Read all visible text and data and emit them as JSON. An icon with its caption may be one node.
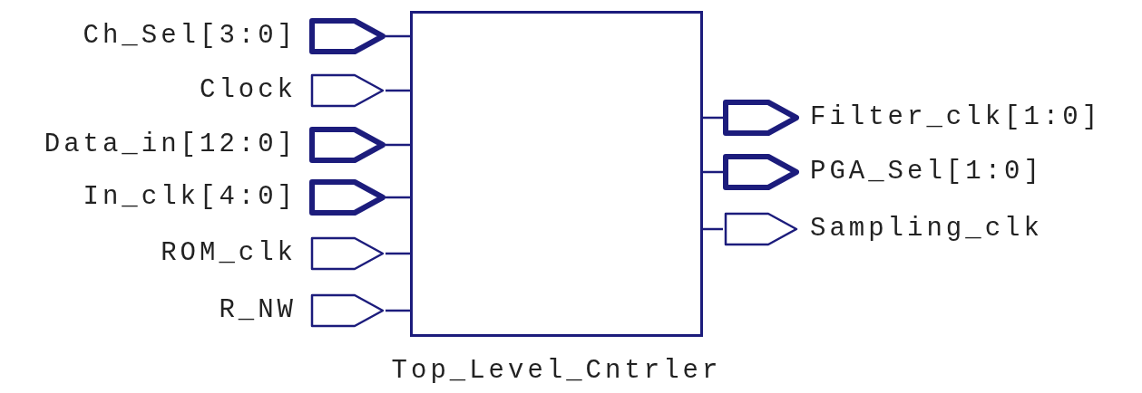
{
  "diagram": {
    "nodes": [
      {
        "text": [
          "Top_Level_Cntrler"
        ]
      },
      {
        "text": [
          "Ch_Sel[3:0]"
        ]
      },
      {
        "text": [
          "Clock"
        ]
      },
      {
        "text": [
          "Data_in[12:0]"
        ]
      },
      {
        "text": [
          "In_clk[4:0]"
        ]
      },
      {
        "text": [
          "ROM_clk"
        ]
      },
      {
        "text": [
          "R_NW"
        ]
      },
      {
        "text": [
          "Filter_clk[1:0]"
        ]
      },
      {
        "text": [
          "PGA_Sel[1:0]"
        ]
      },
      {
        "text": [
          "Sampling_clk"
        ]
      }
    ],
    "edges": [
      {
        "from": 1,
        "to": 0,
        "arrow": "none"
      },
      {
        "from": 2,
        "to": 0,
        "arrow": "none"
      },
      {
        "from": 3,
        "to": 0,
        "arrow": "none"
      },
      {
        "from": 4,
        "to": 0,
        "arrow": "none"
      },
      {
        "from": 5,
        "to": 0,
        "arrow": "none"
      },
      {
        "from": 6,
        "to": 0,
        "arrow": "none"
      },
      {
        "from": 0,
        "to": 7,
        "arrow": "none"
      },
      {
        "from": 0,
        "to": 8,
        "arrow": "none"
      },
      {
        "from": 0,
        "to": 9,
        "arrow": "none"
      }
    ]
  }
}
